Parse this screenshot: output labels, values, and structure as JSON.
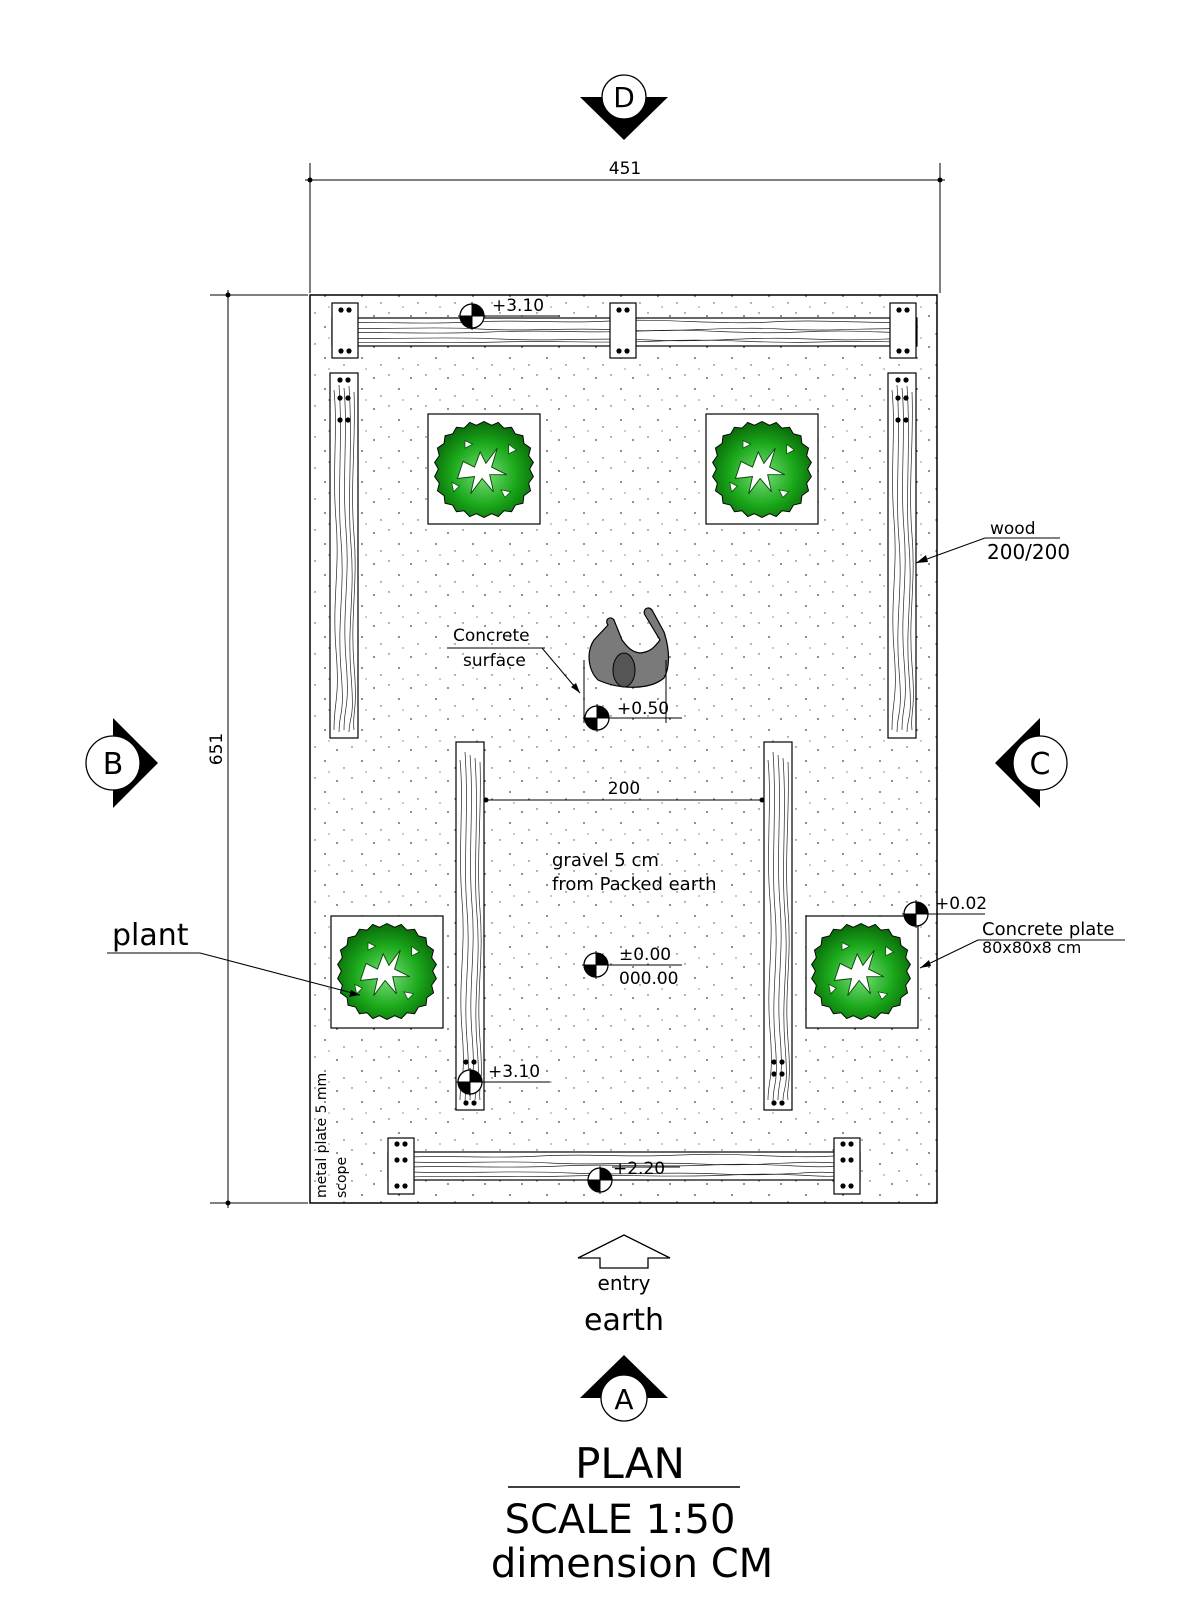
{
  "views": {
    "top": "D",
    "left": "B",
    "right": "C",
    "bottom": "A"
  },
  "dimensions": {
    "width": "451",
    "height": "651",
    "inner": "200"
  },
  "labels": {
    "concrete_surface_line1": "Concrete",
    "concrete_surface_line2": "surface",
    "wood_line1": "wood",
    "wood_line2": "200/200",
    "gravel_line1": "gravel 5 cm",
    "gravel_line2": "from Packed earth",
    "plant": "plant",
    "concrete_plate_line1": "Concrete plate",
    "concrete_plate_line2": "80x80x8 cm",
    "metal_plate_line1": "metal plate 5 mm",
    "metal_plate_line2": "scope",
    "entry": "entry",
    "earth": "earth"
  },
  "levels": {
    "top_beam": "+3.10",
    "person": "+0.50",
    "plate_right": "+0.02",
    "center_top": "±0.00",
    "center_bottom": "000.00",
    "left_post": "+3.10",
    "bottom_beam": "+2.20"
  },
  "title": {
    "plan": "PLAN",
    "scale": "SCALE 1:50",
    "units": "dimension CM"
  },
  "colors": {
    "tree_green": "#1aa81a",
    "tree_dark": "#0a5a0a",
    "person_gray": "#7a7a7a"
  }
}
